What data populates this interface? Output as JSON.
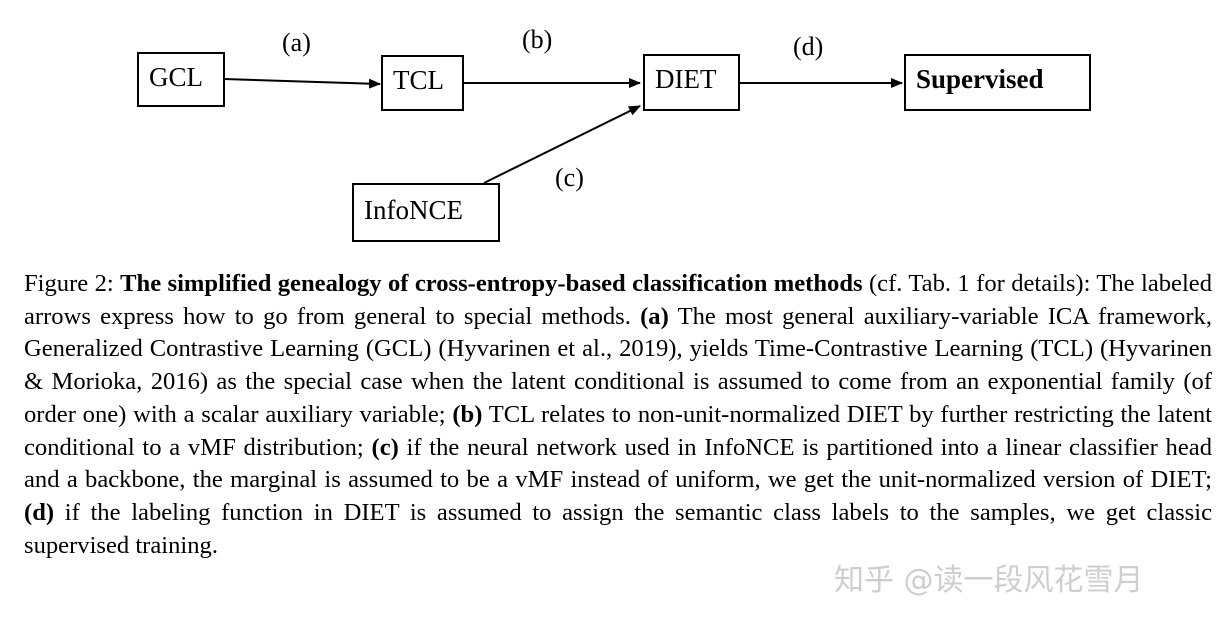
{
  "diagram": {
    "nodes": {
      "gcl": "GCL",
      "tcl": "TCL",
      "diet": "DIET",
      "supervised": "Supervised",
      "infonce": "InfoNCE"
    },
    "edge_labels": {
      "a": "(a)",
      "b": "(b)",
      "c": "(c)",
      "d": "(d)"
    }
  },
  "caption": {
    "prefix": "Figure 2: ",
    "title": "The simplified genealogy of cross-entropy-based classification methods",
    "t1": " (cf. Tab. 1 for details): The labeled arrows express how to go from general to special methods. ",
    "a": "(a)",
    "t2": " The most general auxiliary-variable ICA framework, Generalized Contrastive Learning (GCL) (Hyvarinen et al., 2019), yields Time-Contrastive Learning (TCL) (Hyvarinen & Morioka, 2016) as the special case when the latent conditional is assumed to come from an exponential family (of order one) with a scalar auxiliary variable; ",
    "b": "(b)",
    "t3": " TCL relates to non-unit-normalized DIET by further restricting the latent conditional to a vMF distribution; ",
    "c": "(c)",
    "t4": " if the neural network used in InfoNCE is partitioned into a linear classifier head and a backbone, the marginal is assumed to be a vMF instead of uniform, we get the unit-normalized version of DIET; ",
    "d": "(d)",
    "t5": " if the labeling function in DIET is assumed to assign the semantic class labels to the samples, we get classic supervised training."
  },
  "watermark": "知乎 @读一段风花雪月"
}
